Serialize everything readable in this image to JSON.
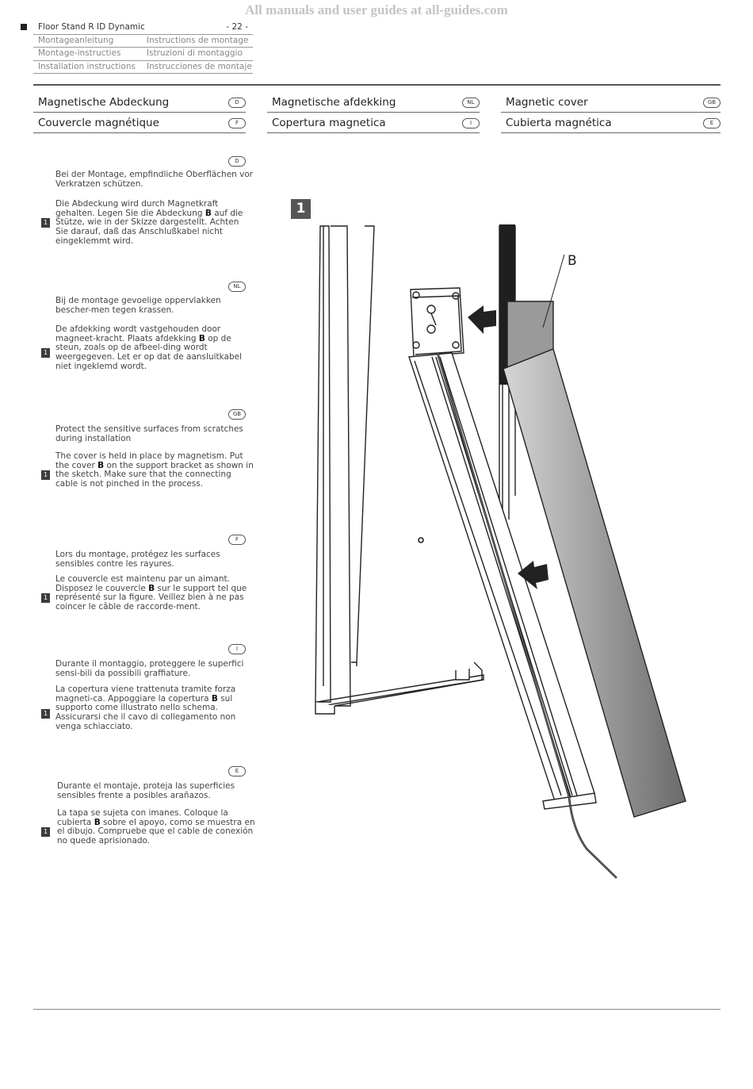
{
  "watermark": "All manuals and user guides at all-guides.com",
  "header": {
    "product": "Floor Stand R ID Dynamic",
    "page": "- 22 -",
    "rows": [
      [
        "Montageanleitung",
        "Instructions de montage"
      ],
      [
        "Montage-instructies",
        "Istruzioni di montaggio"
      ],
      [
        "Installation instructions",
        "Instrucciones de montaje"
      ]
    ]
  },
  "titles": [
    {
      "text": "Magnetische Abdeckung",
      "lang": "D"
    },
    {
      "text": "Magnetische afdekking",
      "lang": "NL"
    },
    {
      "text": "Magnetic cover",
      "lang": "GB"
    },
    {
      "text": "Couvercle magnétique",
      "lang": "F"
    },
    {
      "text": "Copertura magnetica",
      "lang": "I"
    },
    {
      "text": "Cubierta magnética",
      "lang": "E"
    }
  ],
  "sections": [
    {
      "lang": "D",
      "intro": "Bei der Montage, empfindliche Oberflächen vor Verkratzen schützen.",
      "step": "1",
      "pre": "Die Abdeckung wird durch Magnetkraft gehalten. Legen Sie die Abdeckung ",
      "bold": "B",
      "post": " auf die Stütze, wie in der Skizze dargestellt. Achten Sie darauf, daß das Anschlußkabel nicht eingeklemmt wird."
    },
    {
      "lang": "NL",
      "intro": "Bij de montage gevoelige oppervlakken bescher-men tegen krassen.",
      "step": "1",
      "pre": "De afdekking wordt vastgehouden door magneet-kracht. Plaats afdekking ",
      "bold": "B",
      "post": " op de steun, zoals op de afbeel-ding wordt weergegeven. Let er op dat de aansluitkabel niet ingeklemd wordt."
    },
    {
      "lang": "GB",
      "intro": "Protect the sensitive surfaces from scratches during installation",
      "step": "1",
      "pre": "The cover is held in place by magnetism. Put the cover ",
      "bold": "B",
      "post": " on the support bracket as shown in the sketch. Make sure that the connecting cable is not pinched in the process."
    },
    {
      "lang": "F",
      "intro": "Lors du montage, protégez les surfaces sensibles contre les rayures.",
      "step": "1",
      "pre": "Le couvercle est maintenu par un aimant. Disposez le couvercle ",
      "bold": "B",
      "post": " sur le support tel que représenté sur la figure. Veillez bien à ne pas coincer le câble de raccorde-ment."
    },
    {
      "lang": "I",
      "intro": "Durante il montaggio, proteggere le superfici sensi-bili da possibili graffiature.",
      "step": "1",
      "pre": "La copertura viene trattenuta tramite forza magneti-ca. Appoggiare la copertura ",
      "bold": "B",
      "post": " sul supporto come illustrato nello schema. Assicurarsi che il cavo di collegamento non venga schiacciato."
    },
    {
      "lang": "E",
      "intro": "Durante el montaje, proteja las superficies sensibles frente a posibles arañazos.",
      "step": "1",
      "pre": "La tapa se sujeta con imanes. Coloque la cubierta ",
      "bold": "B",
      "post": " sobre el apoyo, como se muestra en el dibujo. Compruebe que el cable de conexión no quede aprisionado."
    }
  ],
  "figure": {
    "number": "1",
    "label_b": "B",
    "colors": {
      "cover_light": "#d6d6d6",
      "cover_dark": "#6a6a6a",
      "arrow": "#222222"
    }
  }
}
